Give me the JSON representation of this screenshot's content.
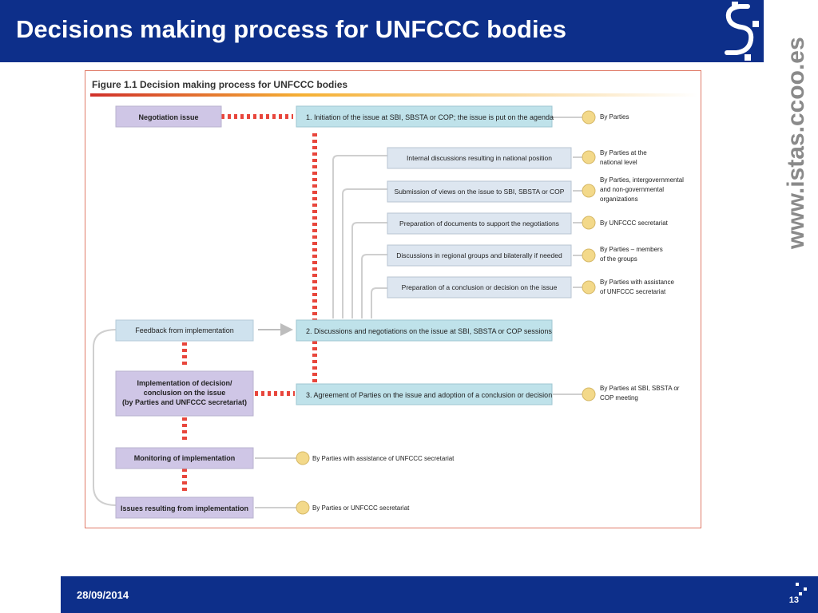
{
  "slide": {
    "title": "Decisions making process for UNFCCC bodies",
    "side_url": "www.istas.ccoo.es",
    "date": "28/09/2014",
    "page_number": "13"
  },
  "figure": {
    "caption": "Figure 1.1 Decision making process for UNFCCC bodies",
    "left_boxes": {
      "negotiation": "Negotiation issue",
      "feedback": "Feedback from implementation",
      "implementation": [
        "Implementation of decision/",
        "conclusion on the issue",
        "(by Parties and UNFCCC secretariat)"
      ],
      "monitoring": "Monitoring of implementation",
      "issues": "Issues resulting from implementation"
    },
    "main_steps": {
      "step1": "1. Initiation of the issue at SBI, SBSTA or COP; the issue is put on the agenda",
      "step2": "2. Discussions and negotiations on the issue at SBI, SBSTA or COP sessions",
      "step3": "3. Agreement of Parties on the issue and adoption of a conclusion or decision"
    },
    "sub_steps": [
      "Internal discussions resulting in national position",
      "Submission of views on the issue to SBI, SBSTA or COP",
      "Preparation of documents to support the negotiations",
      "Discussions in regional groups and bilaterally if needed",
      "Preparation of a conclusion or decision on the issue"
    ],
    "actors": {
      "step1": [
        "By Parties"
      ],
      "sub1": [
        "By Parties at the",
        "national level"
      ],
      "sub2": [
        "By Parties, intergovernmental",
        "and non-governmental",
        "organizations"
      ],
      "sub3": [
        "By UNFCCC secretariat"
      ],
      "sub4": [
        "By Parties – members",
        "of the groups"
      ],
      "sub5": [
        "By Parties with assistance",
        "of UNFCCC secretariat"
      ],
      "step3": [
        "By Parties at SBI, SBSTA or",
        "COP meeting"
      ],
      "monitoring": [
        "By Parties with assistance of UNFCCC secretariat"
      ],
      "issues": [
        "By Parties or UNFCCC secretariat"
      ]
    },
    "colors": {
      "header_blue": "#0d2f8a",
      "step_box": "#bfe2ea",
      "left_box": "#cfc6e6",
      "dotted_red": "#e8463c",
      "actor_dot": "#f3d98a"
    }
  }
}
